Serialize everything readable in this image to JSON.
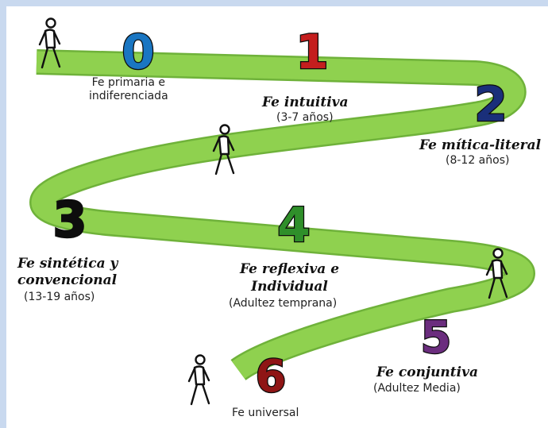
{
  "stages": [
    {
      "number": "0",
      "color": "#1a76c2",
      "title": "",
      "subtitle": "Fe primaria e\nindiferenciada"
    },
    {
      "number": "1",
      "color": "#c41e1e",
      "title": "Fe intuitiva",
      "subtitle": "(3-7 años)"
    },
    {
      "number": "2",
      "color": "#1a2f7a",
      "title": "Fe mítica-literal",
      "subtitle": "(8-12 años)"
    },
    {
      "number": "3",
      "color": "#0d0d0d",
      "title": "Fe sintética y\nconvencional",
      "subtitle": "(13-19 años)"
    },
    {
      "number": "4",
      "color": "#2f8f2a",
      "title": "Fe reflexiva e\nIndividual",
      "subtitle": "(Adultez temprana)"
    },
    {
      "number": "5",
      "color": "#6b2d7e",
      "title": "Fe conjuntiva",
      "subtitle": "(Adultez Media)"
    },
    {
      "number": "6",
      "color": "#8f1515",
      "title": "",
      "subtitle": "Fe universal"
    }
  ],
  "road_color": "#8fd14f",
  "road_edge_color": "#6fb23a",
  "icons": [
    "walking-person-icon"
  ]
}
